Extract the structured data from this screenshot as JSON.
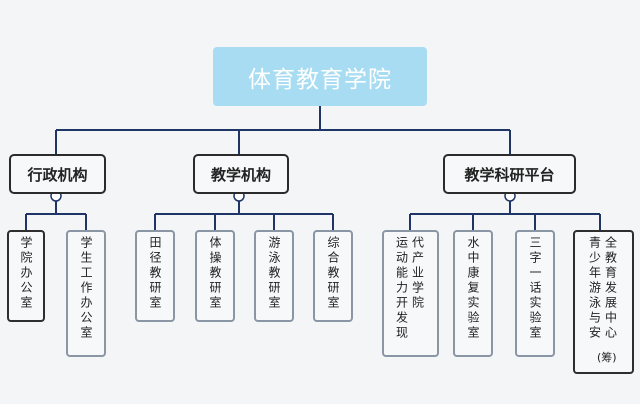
{
  "root": {
    "title": "体育教育学院"
  },
  "branches": [
    {
      "label": "行政机构",
      "children": [
        {
          "label": "学院办公室",
          "cols": [
            "学院办公室"
          ]
        },
        {
          "label": "学生工作办公室",
          "cols": [
            "学生工作办公室"
          ]
        }
      ]
    },
    {
      "label": "教学机构",
      "children": [
        {
          "label": "田径教研室",
          "cols": [
            "田径教研室"
          ]
        },
        {
          "label": "体操教研室",
          "cols": [
            "体操教研室"
          ]
        },
        {
          "label": "游泳教研室",
          "cols": [
            "游泳教研室"
          ]
        },
        {
          "label": "综合教研室",
          "cols": [
            "综合教研室"
          ]
        }
      ]
    },
    {
      "label": "教学科研平台",
      "children": [
        {
          "label": "运动能力开发现代产业学院",
          "cols": [
            "运动能力开发现",
            "代产业学院"
          ]
        },
        {
          "label": "水中康复实验室",
          "cols": [
            "水中康复实验室"
          ]
        },
        {
          "label": "三字一话实验室",
          "cols": [
            "三字一话实验室"
          ]
        },
        {
          "label": "青少年游泳与安全教育发展中心(筹)",
          "cols": [
            "青少年游泳与安",
            "全教育发展中心",
            "(筹)"
          ]
        }
      ]
    }
  ]
}
